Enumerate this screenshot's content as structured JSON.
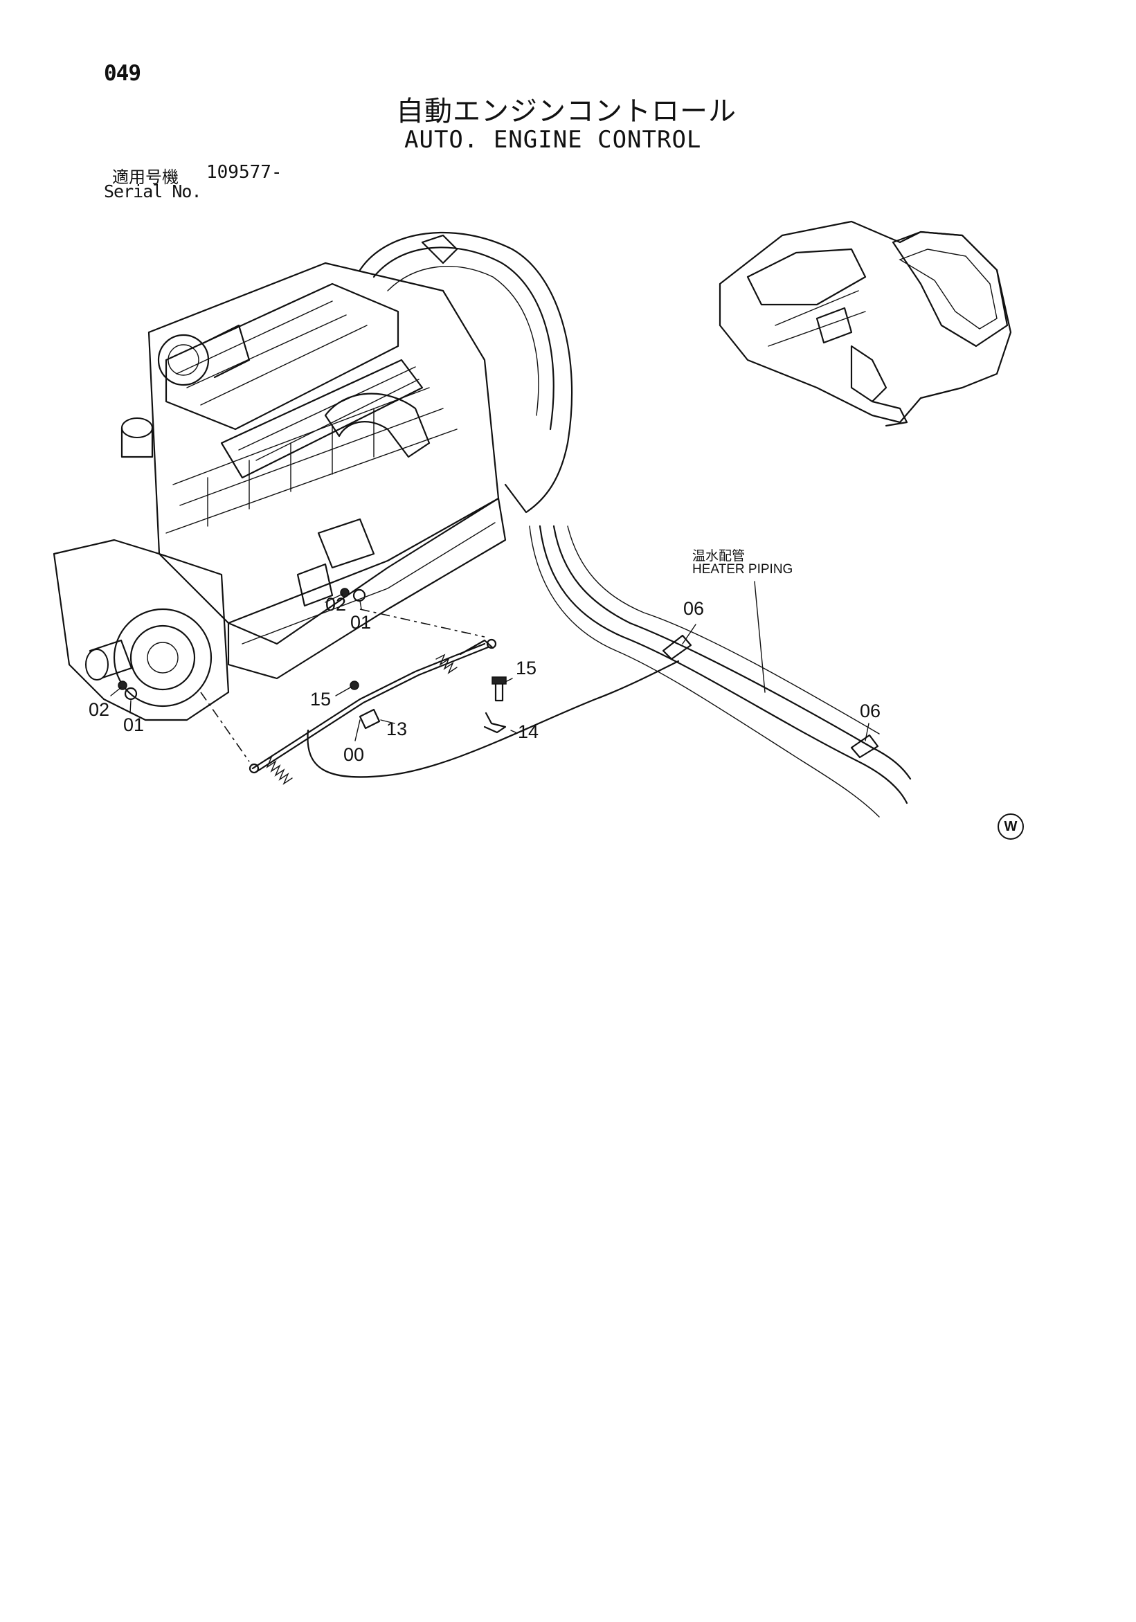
{
  "page": {
    "number": "049",
    "title_ja": "自動エンジンコントロール",
    "title_en": "AUTO. ENGINE CONTROL",
    "serial_label_ja": "適用号機",
    "serial_number": "109577-",
    "serial_label_en": "Serial No."
  },
  "callouts": {
    "c02_engine": "02",
    "c01_engine": "01",
    "c02_flywheel": "02",
    "c01_flywheel": "01",
    "c15_left": "15",
    "c13": "13",
    "c00": "00",
    "c15_right": "15",
    "c14": "14",
    "c06_upper": "06",
    "c06_lower": "06"
  },
  "annotations": {
    "heater_piping_ja": "温水配管",
    "heater_piping_en": "HEATER PIPING",
    "corner_mark": "W"
  },
  "icons": {
    "engine": "engine-assembly-drawing",
    "machine": "excavator-upperstructure-icon",
    "cable": "control-cable-drawing"
  }
}
